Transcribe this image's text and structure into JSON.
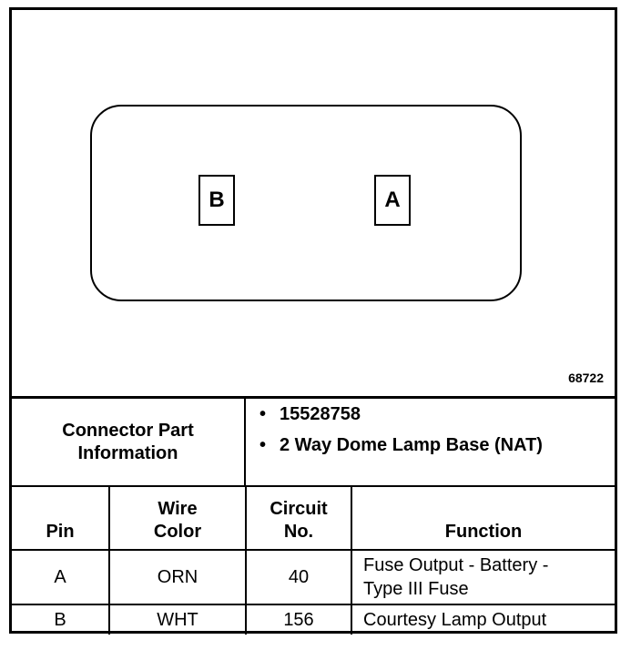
{
  "diagram": {
    "pin_labels": [
      "B",
      "A"
    ],
    "figure_number": "68722"
  },
  "connector_info": {
    "label_line1": "Connector Part",
    "label_line2": "Information",
    "items": [
      "15528758",
      "2 Way Dome Lamp Base (NAT)"
    ]
  },
  "table": {
    "headers": {
      "pin": "Pin",
      "wire_color_line1": "Wire",
      "wire_color_line2": "Color",
      "circuit_line1": "Circuit",
      "circuit_line2": "No.",
      "function": "Function"
    },
    "rows": [
      {
        "pin": "A",
        "wire_color": "ORN",
        "circuit": "40",
        "function_line1": "Fuse Output - Battery -",
        "function_line2": "Type III Fuse"
      },
      {
        "pin": "B",
        "wire_color": "WHT",
        "circuit": "156",
        "function_line1": "Courtesy Lamp Output",
        "function_line2": ""
      }
    ]
  }
}
